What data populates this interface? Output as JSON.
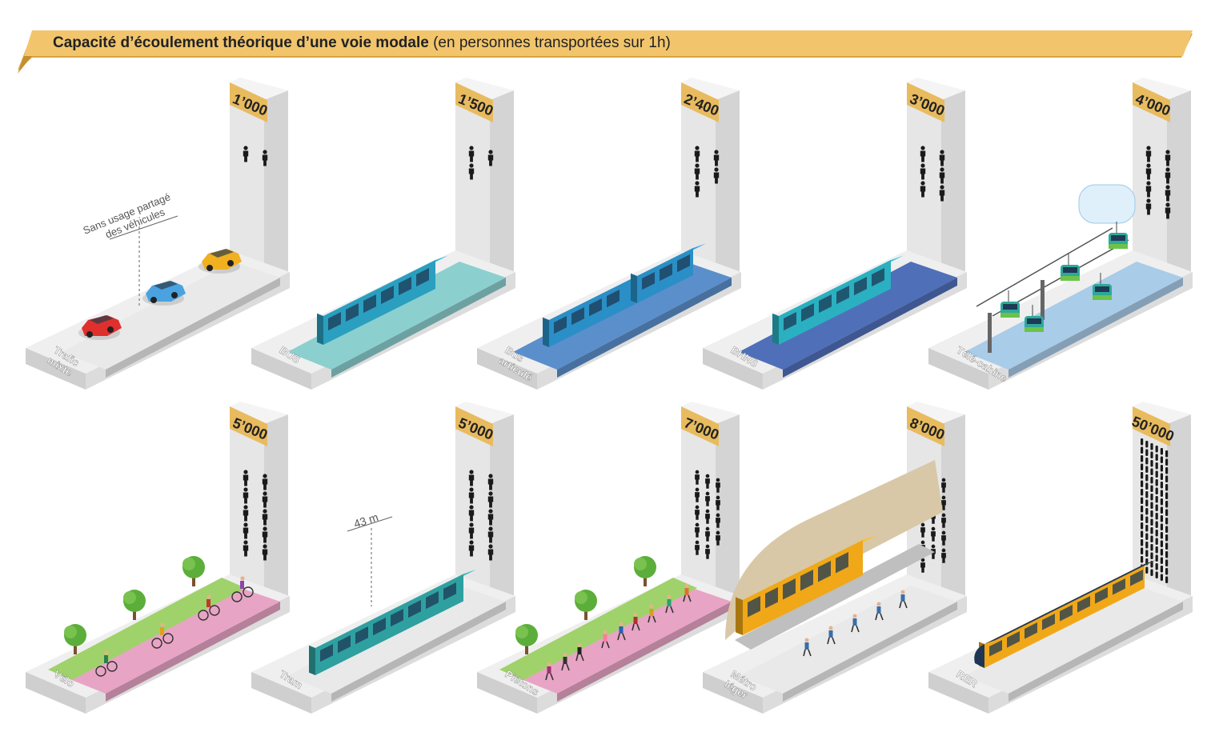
{
  "title": {
    "bold": "Capacité d’écoulement théorique d’une voie modale",
    "normal": "(en personnes transportées sur 1h)"
  },
  "colors": {
    "banner": "#f2c56c",
    "banner_dark": "#d9a441",
    "tag": "#e8bb5f",
    "wall": "#e6e6e6",
    "base": "#efefef",
    "person": "#1a1a1a"
  },
  "modes": [
    {
      "label": "Trafic mixte",
      "value": "1’000",
      "icons": 2,
      "vehicle": "cars",
      "annotation": "Sans usage partagé des véhicules",
      "lane": "#e9e9e9"
    },
    {
      "label": "BUS",
      "value": "1’500",
      "icons": 3,
      "vehicle": "bus",
      "lane": "#8ccfcf"
    },
    {
      "label": "Bus articulé",
      "value": "2’400",
      "icons": 5,
      "vehicle": "artbus",
      "lane": "#5b8fcc"
    },
    {
      "label": "BHNS",
      "value": "3’000",
      "icons": 6,
      "vehicle": "bhns",
      "lane": "#4f6fb8"
    },
    {
      "label": "Télé-cabine",
      "value": "4’000",
      "icons": 8,
      "vehicle": "cable",
      "lane": "#a9cce8"
    },
    {
      "label": "Vélo",
      "value": "5’000",
      "icons": 10,
      "vehicle": "bike",
      "lane": "#e8a4c4"
    },
    {
      "label": "Tram",
      "value": "5’000",
      "icons": 10,
      "vehicle": "tram",
      "annotation": "43 m",
      "lane": "#e9e9e9"
    },
    {
      "label": "Piétons",
      "value": "7’000",
      "icons": 14,
      "vehicle": "ped",
      "lane": "#e8a4c4"
    },
    {
      "label": "Métro léger",
      "value": "8’000",
      "icons": 16,
      "vehicle": "metro",
      "lane": "#e9e9e9"
    },
    {
      "label": "RER",
      "value": "50’000",
      "icons": 96,
      "vehicle": "rer",
      "lane": "#e9e9e9"
    }
  ]
}
